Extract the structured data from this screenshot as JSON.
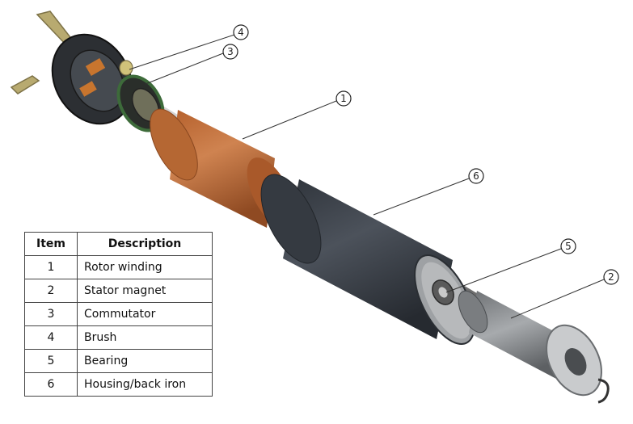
{
  "table": {
    "headers": {
      "item": "Item",
      "description": "Description"
    },
    "rows": [
      {
        "item": "1",
        "description": "Rotor winding"
      },
      {
        "item": "2",
        "description": "Stator magnet"
      },
      {
        "item": "3",
        "description": "Commutator"
      },
      {
        "item": "4",
        "description": "Brush"
      },
      {
        "item": "5",
        "description": "Bearing"
      },
      {
        "item": "6",
        "description": "Housing/back iron"
      }
    ]
  },
  "callouts": [
    "1",
    "2",
    "3",
    "4",
    "5",
    "6"
  ],
  "colors": {
    "rotor_winding": "#c0743f",
    "housing": "#3f4550",
    "stator_magnet": "#8a8d90",
    "commutator": "#6f6f5a",
    "brush_holder": "#2c2f33",
    "terminal": "#b8aa70"
  }
}
